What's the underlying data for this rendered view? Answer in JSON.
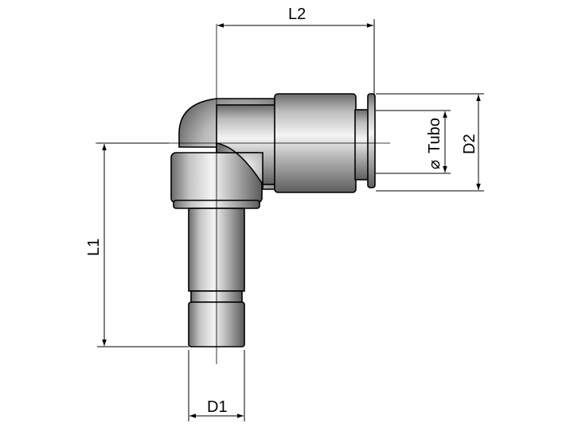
{
  "labels": {
    "l2": "L2",
    "l1": "L1",
    "d1": "D1",
    "d2": "D2",
    "tube_symbol": "⌀",
    "tube": "Tubo"
  },
  "colors": {
    "metal_dark": "#5a5a5a",
    "metal_light": "#f2f2f2",
    "line": "#000000"
  }
}
